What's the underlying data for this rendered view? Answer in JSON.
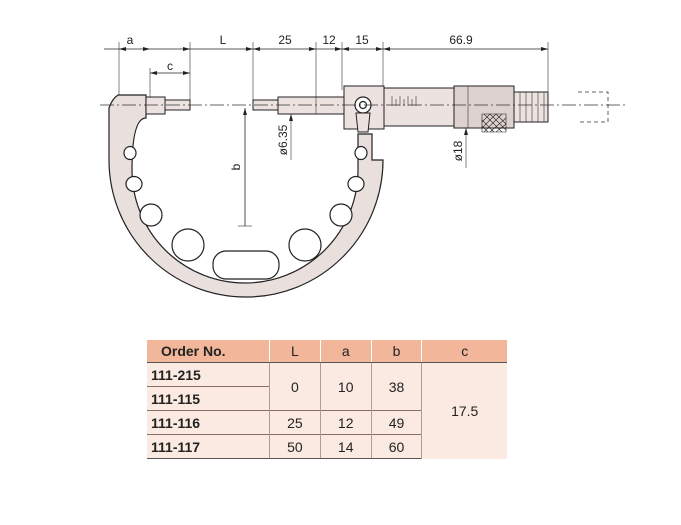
{
  "diagram": {
    "dims": {
      "a": "a",
      "c": "c",
      "L": "L",
      "v25": "25",
      "v12": "12",
      "v15": "15",
      "v669": "66.9",
      "b": "b",
      "d635": "ø6.35",
      "d18": "ø18"
    }
  },
  "table": {
    "headers": [
      "Order No.",
      "L",
      "a",
      "b",
      "c"
    ],
    "rows": [
      {
        "order": "111-215"
      },
      {
        "order": "111-115"
      },
      {
        "order": "111-116"
      },
      {
        "order": "111-117"
      }
    ],
    "merged": {
      "L_top": "0",
      "a_top": "10",
      "b_top": "38",
      "c_all": "17.5"
    },
    "row116": {
      "L": "25",
      "a": "12",
      "b": "49"
    },
    "row117": {
      "L": "50",
      "a": "14",
      "b": "60"
    }
  }
}
